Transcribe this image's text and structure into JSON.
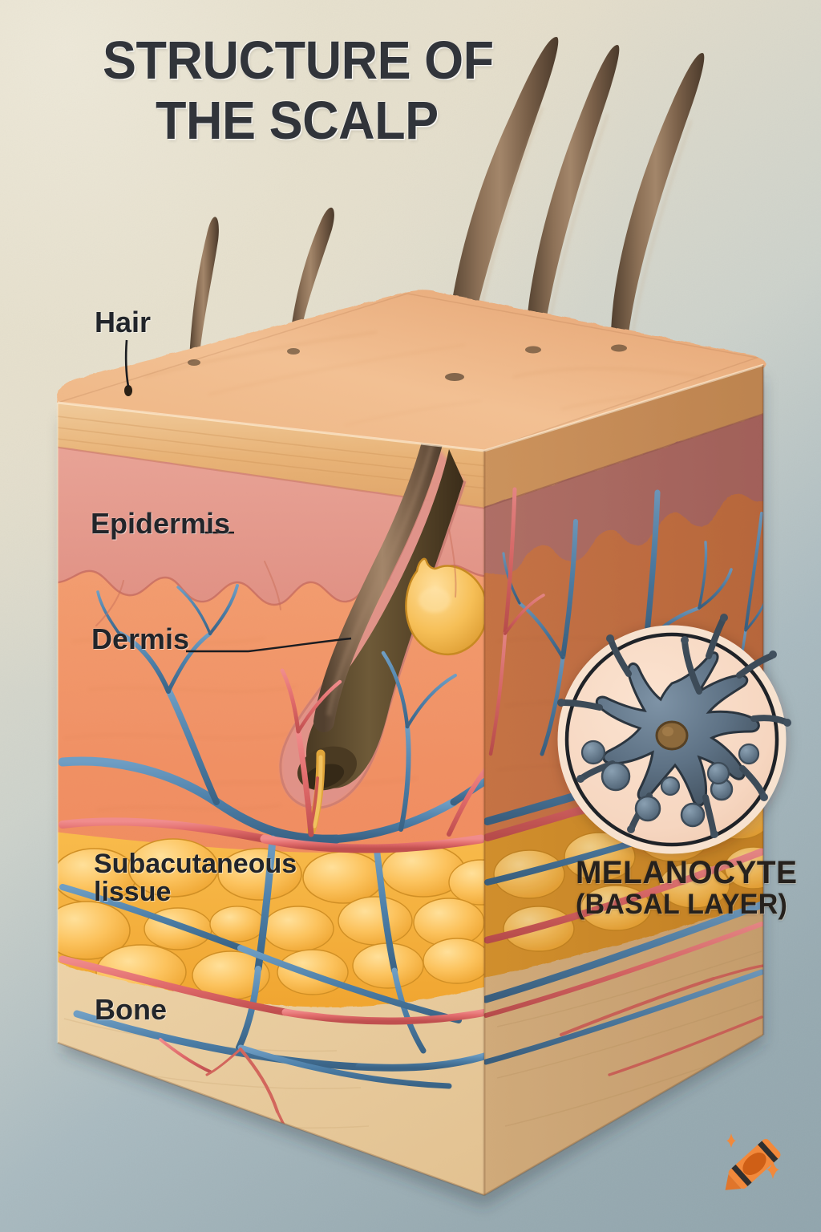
{
  "poster": {
    "title_line1": "STRUCTURE OF",
    "title_line2": "THE SCALP",
    "background_top_color": "#e9e4d3",
    "background_bottom_color": "#93a7ae",
    "title_color": "#31343a"
  },
  "labels": {
    "hair": "Hair",
    "epidermis": "Epidermis",
    "dermis": "Dermis",
    "subcutaneous_line1": "Subacutaneous",
    "subcutaneous_line2": "lissue",
    "bone": "Bone"
  },
  "callout": {
    "line1": "MELANOCYTE",
    "line2": "(BASAL LAYER)"
  },
  "layers": [
    {
      "name": "Hair",
      "color": "#6b5340"
    },
    {
      "name": "Epidermis",
      "color": "#e6ab6d"
    },
    {
      "name": "Dermis",
      "color": "#e98a5d"
    },
    {
      "name": "Subacutaneous lissue",
      "color": "#f4ad3c"
    },
    {
      "name": "Bone",
      "color": "#e4c496"
    }
  ],
  "structures": {
    "hair_shaft": "hair-shaft",
    "hair_follicle": "hair-follicle",
    "sebaceous_gland": "sebaceous-gland",
    "artery": "artery",
    "vein": "vein",
    "fat_lobule": "fat-lobule",
    "melanocyte_cell": "melanocyte-cell",
    "melanin_granule": "melanin-granule"
  },
  "watermark": {
    "name": "craiyon-crayon-logo",
    "crayon_color": "#f2893b",
    "crayon_dark": "#d96a1f",
    "band_color": "#2f2f2f",
    "sparkle_color": "#f2893b"
  }
}
